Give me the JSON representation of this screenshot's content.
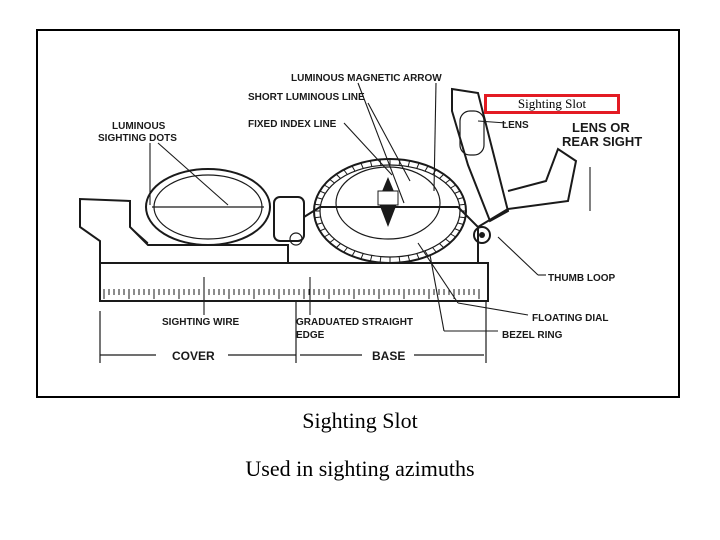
{
  "diagram": {
    "labels": {
      "luminous_magnetic_arrow": "LUMINOUS MAGNETIC ARROW",
      "short_luminous_line": "SHORT LUMINOUS LINE",
      "fixed_index_line": "FIXED INDEX LINE",
      "luminous_sighting_dots_line1": "LUMINOUS",
      "luminous_sighting_dots_line2": "SIGHTING DOTS",
      "lens": "LENS",
      "lens_or_rear_sight_line1": "LENS OR",
      "lens_or_rear_sight_line2": "REAR SIGHT",
      "thumb_loop": "THUMB LOOP",
      "floating_dial": "FLOATING DIAL",
      "bezel_ring": "BEZEL RING",
      "sighting_wire": "SIGHTING WIRE",
      "graduated_straight_edge_line1": "GRADUATED STRAIGHT",
      "graduated_straight_edge_line2": "EDGE",
      "cover": "COVER",
      "base": "BASE"
    },
    "highlight": {
      "text": "Sighting Slot",
      "border_color": "#e31b23"
    }
  },
  "caption": {
    "title": "Sighting Slot",
    "subtitle": "Used in sighting azimuths"
  }
}
